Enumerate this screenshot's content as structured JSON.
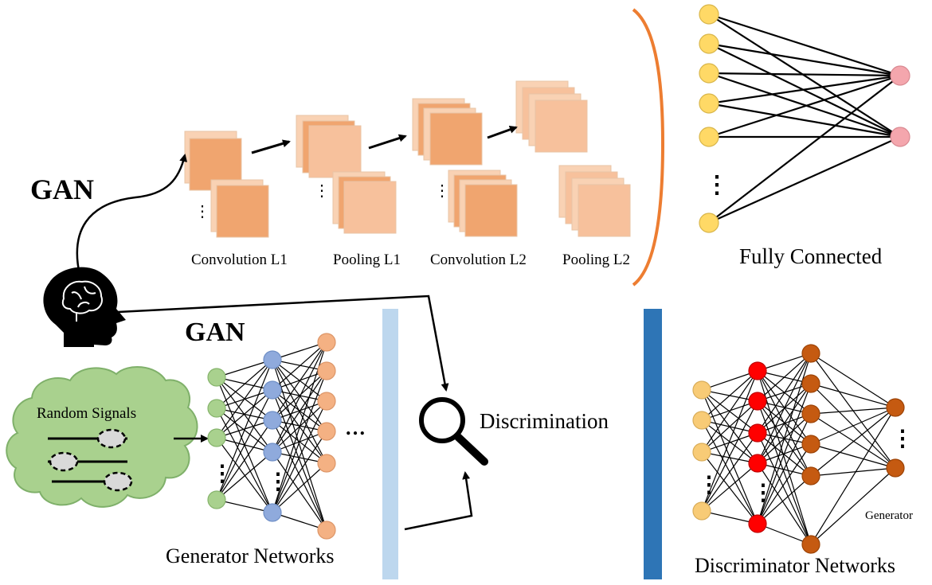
{
  "labels": {
    "gan_top": "GAN",
    "gan_bottom": "GAN",
    "conv1": "Convolution L1",
    "pool1": "Pooling L1",
    "conv2": "Convolution L2",
    "pool2": "Pooling L2",
    "fully_connected": "Fully Connected",
    "random_signals": "Random Signals",
    "generator_networks": "Generator Networks",
    "discrimination": "Discrimination",
    "discriminator_networks": "Discriminator Networks",
    "generator_small": "Generator",
    "ellipsis_vertical": "⋮",
    "ellipsis_horizontal": "…"
  },
  "colors": {
    "conv_dark": "#f0a56f",
    "conv_light": "#f9d2b4",
    "pool_fill": "#f7c19c",
    "orange_bracket": "#ed7d31",
    "yellow_node": "#ffd966",
    "pink_node": "#f4a6ad",
    "green_node": "#a9d18e",
    "blue_node": "#8faadc",
    "orange_node": "#f4b183",
    "gold_node": "#f8cb76",
    "red_node": "#ff0000",
    "brown_node": "#c55a11",
    "light_bar": "#bdd7ee",
    "dark_bar": "#2e75b6",
    "cloud_fill": "#a9d18e"
  },
  "icons": {
    "head": "brain-head-icon",
    "magnifier": "magnifier-icon",
    "sliders": "slider-icon"
  }
}
